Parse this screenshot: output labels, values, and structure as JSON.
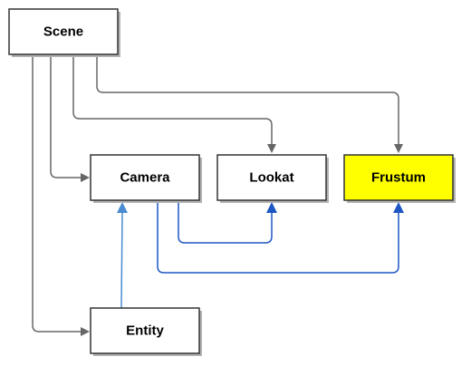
{
  "diagram": {
    "nodes": {
      "scene": {
        "label": "Scene",
        "fill": "#ffffff"
      },
      "camera": {
        "label": "Camera",
        "fill": "#ffffff"
      },
      "lookat": {
        "label": "Lookat",
        "fill": "#ffffff"
      },
      "frustum": {
        "label": "Frustum",
        "fill": "#ffff00"
      },
      "entity": {
        "label": "Entity",
        "fill": "#ffffff"
      }
    },
    "edges": [
      {
        "from": "Scene",
        "to": "Entity",
        "color": "#666666"
      },
      {
        "from": "Scene",
        "to": "Camera",
        "color": "#666666"
      },
      {
        "from": "Scene",
        "to": "Lookat",
        "color": "#666666"
      },
      {
        "from": "Scene",
        "to": "Frustum",
        "color": "#666666"
      },
      {
        "from": "Camera",
        "to": "Lookat",
        "color": "#1e56c4"
      },
      {
        "from": "Camera",
        "to": "Frustum",
        "color": "#1e56c4"
      },
      {
        "from": "Entity",
        "to": "Camera",
        "color": "#4a8bd1"
      }
    ],
    "colors": {
      "node_border": "#333333",
      "node_shadow": "#b3b3b3",
      "scene_edges": "#666666",
      "camera_edges": "#1e56c4",
      "entity_edge": "#4a8bd1"
    }
  }
}
